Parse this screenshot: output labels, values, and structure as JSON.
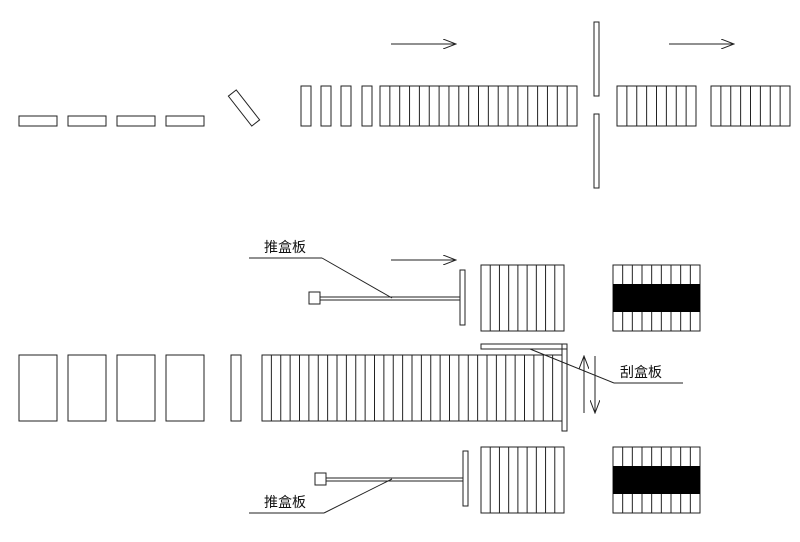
{
  "labels": {
    "push_plate_top": "推盒板",
    "scraper_plate": "刮盒板",
    "push_plate_bottom": "推盒板"
  },
  "colors": {
    "line": "#222222",
    "fill_dark": "#000000",
    "background": "#ffffff"
  }
}
